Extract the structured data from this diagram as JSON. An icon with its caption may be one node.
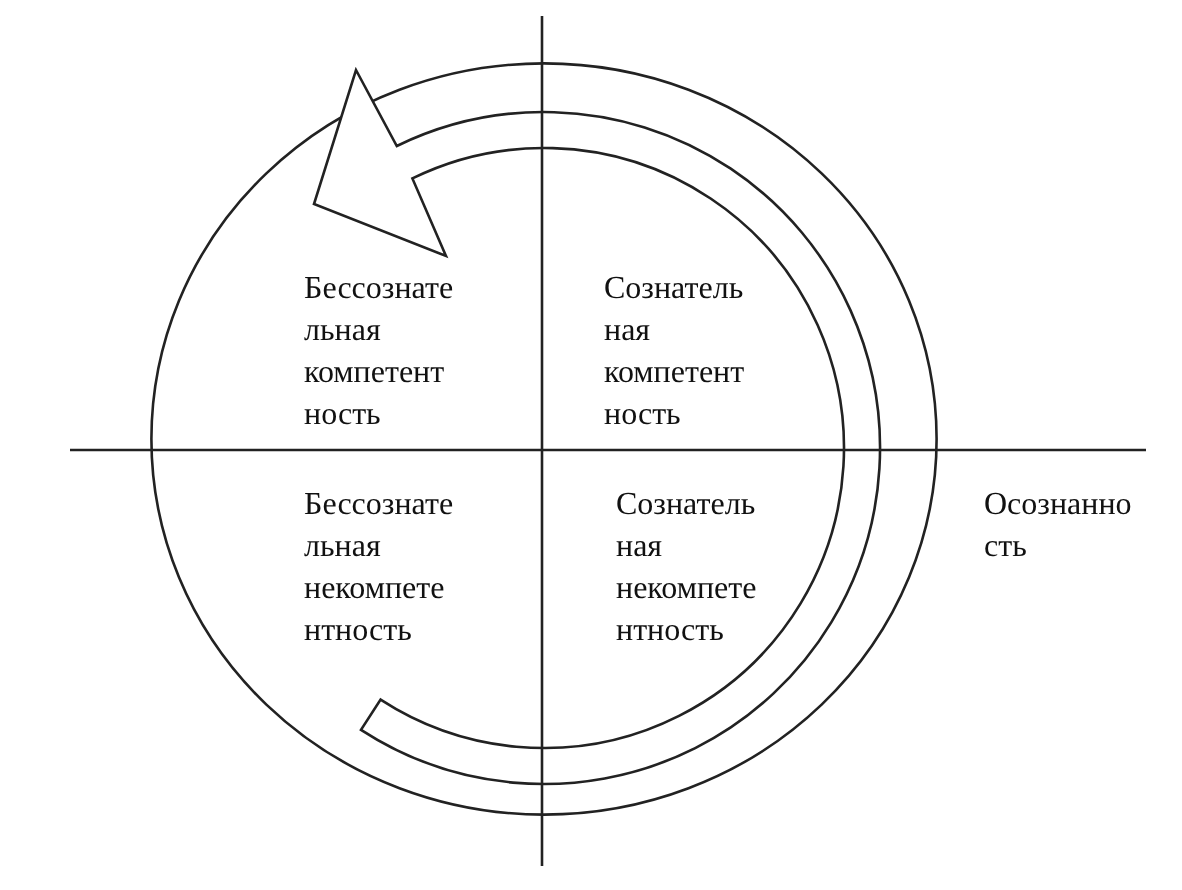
{
  "diagram": {
    "nodes": [
      {
        "text": [
          "Бессознате льная компетент ность",
          "Сознатель ная компетент ность",
          "Бессознате льная некомпете нтность",
          "Сознатель ная некомпете нтность"
        ]
      }
    ],
    "labels": [
      "Осознанно сть"
    ]
  }
}
